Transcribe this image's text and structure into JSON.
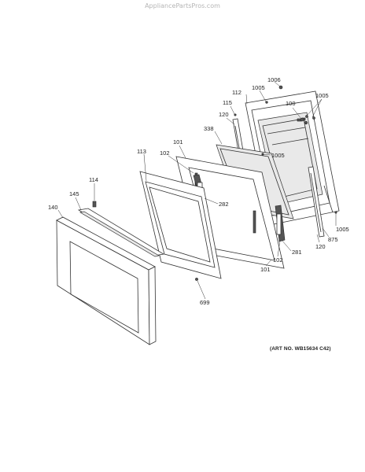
{
  "watermark": "AppliancePartsPros.com",
  "art_number": "(ART NO. WB15634 C42)",
  "callouts": [
    {
      "id": "c1006",
      "label": "1006"
    },
    {
      "id": "c1005a",
      "label": "1005"
    },
    {
      "id": "c112",
      "label": "112"
    },
    {
      "id": "c100",
      "label": "100"
    },
    {
      "id": "c1005b",
      "label": "1005"
    },
    {
      "id": "c115",
      "label": "115"
    },
    {
      "id": "c120a",
      "label": "120"
    },
    {
      "id": "c338",
      "label": "338"
    },
    {
      "id": "c101a",
      "label": "101"
    },
    {
      "id": "c102a",
      "label": "102"
    },
    {
      "id": "c1005c",
      "label": "1005"
    },
    {
      "id": "c113",
      "label": "113"
    },
    {
      "id": "c114",
      "label": "114"
    },
    {
      "id": "c145",
      "label": "145"
    },
    {
      "id": "c140",
      "label": "140"
    },
    {
      "id": "c282",
      "label": "282"
    },
    {
      "id": "c1005d",
      "label": "1005"
    },
    {
      "id": "c875",
      "label": "875"
    },
    {
      "id": "c120b",
      "label": "120"
    },
    {
      "id": "c281",
      "label": "281"
    },
    {
      "id": "c102b",
      "label": "102"
    },
    {
      "id": "c101b",
      "label": "101"
    },
    {
      "id": "c699",
      "label": "699"
    }
  ]
}
